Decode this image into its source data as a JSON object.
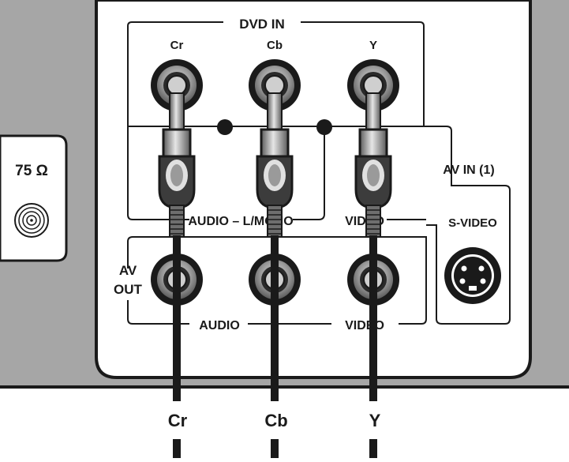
{
  "labels": {
    "dvd_in": "DVD IN",
    "cr": "Cr",
    "cb": "Cb",
    "y": "Y",
    "ohm": "75 Ω",
    "av_in": "AV IN (1)",
    "audio_lmono": "AUDIO – L/MONO",
    "video_top": "VIDEO",
    "s_video": "S-VIDEO",
    "av": "AV",
    "out": "OUT",
    "audio_bottom": "AUDIO",
    "video_bottom": "VIDEO"
  },
  "cable_labels": [
    "Cr",
    "Cb",
    "Y"
  ],
  "colors": {
    "panel_gray": "#a6a6a6",
    "panel_line": "#1a1a1a",
    "white": "#ffffff",
    "connector_gray": "#8c8c8c"
  }
}
